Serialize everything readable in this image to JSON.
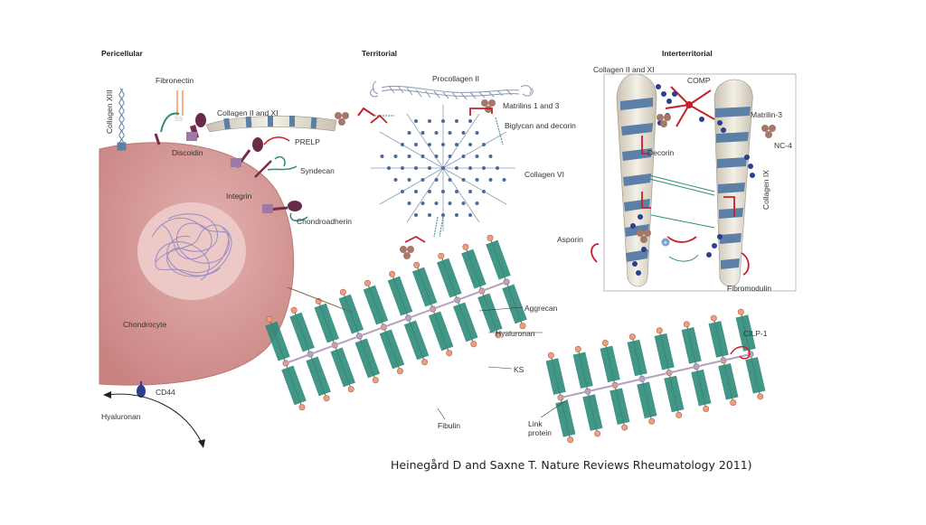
{
  "headers": {
    "pericellular": "Pericellular",
    "territorial": "Territorial",
    "interterritorial": "Interterritorial"
  },
  "labels": {
    "collagen_xiii": "Collagen XIII",
    "fibronectin": "Fibronectin",
    "ss": "SS",
    "collagen_ii_xi_peri": "Collagen II and XI",
    "discoidin": "Discoidin",
    "prelp": "PRELP",
    "syndecan": "Syndecan",
    "integrin": "Integrin",
    "chondroadherin": "Chondroadherin",
    "chondrocyte": "Chondrocyte",
    "cd44": "CD44",
    "hyaluronan_cell": "Hyaluronan",
    "procollagen_ii": "Procollagen II",
    "matrilins_1_3": "Matrilins 1 and 3",
    "biglycan_decorin": "Biglycan and decorin",
    "collagen_vi": "Collagen VI",
    "aggrecan": "Aggrecan",
    "hyaluronan_matrix": "Hyaluronan",
    "ks": "KS",
    "fibulin": "Fibulin",
    "collagen_ii_xi_inter": "Collagen II and XI",
    "comp": "COMP",
    "matrilin_3": "Matrilin-3",
    "nc4": "NC-4",
    "decorin": "Decorin",
    "collagen_ix": "Collagen IX",
    "asporin": "Asporin",
    "fibromodulin": "Fibromodulin",
    "cilp1": "CILP-1",
    "link_protein_line1": "Link",
    "link_protein_line2": "protein"
  },
  "citation": "Heinegård D and Saxne T. Nature Reviews Rheumatology 2011)",
  "colors": {
    "cell": "#d89c9c",
    "nucleus": "#e8c4c4",
    "aggrecan": "#2e8b7a",
    "collagen_stripe": "#5b7fa6",
    "red_protein": "#c8202a",
    "navy_protein": "#2a3f8f",
    "core_bead": "#e8a080",
    "ks_bead": "#b8a8cc"
  }
}
